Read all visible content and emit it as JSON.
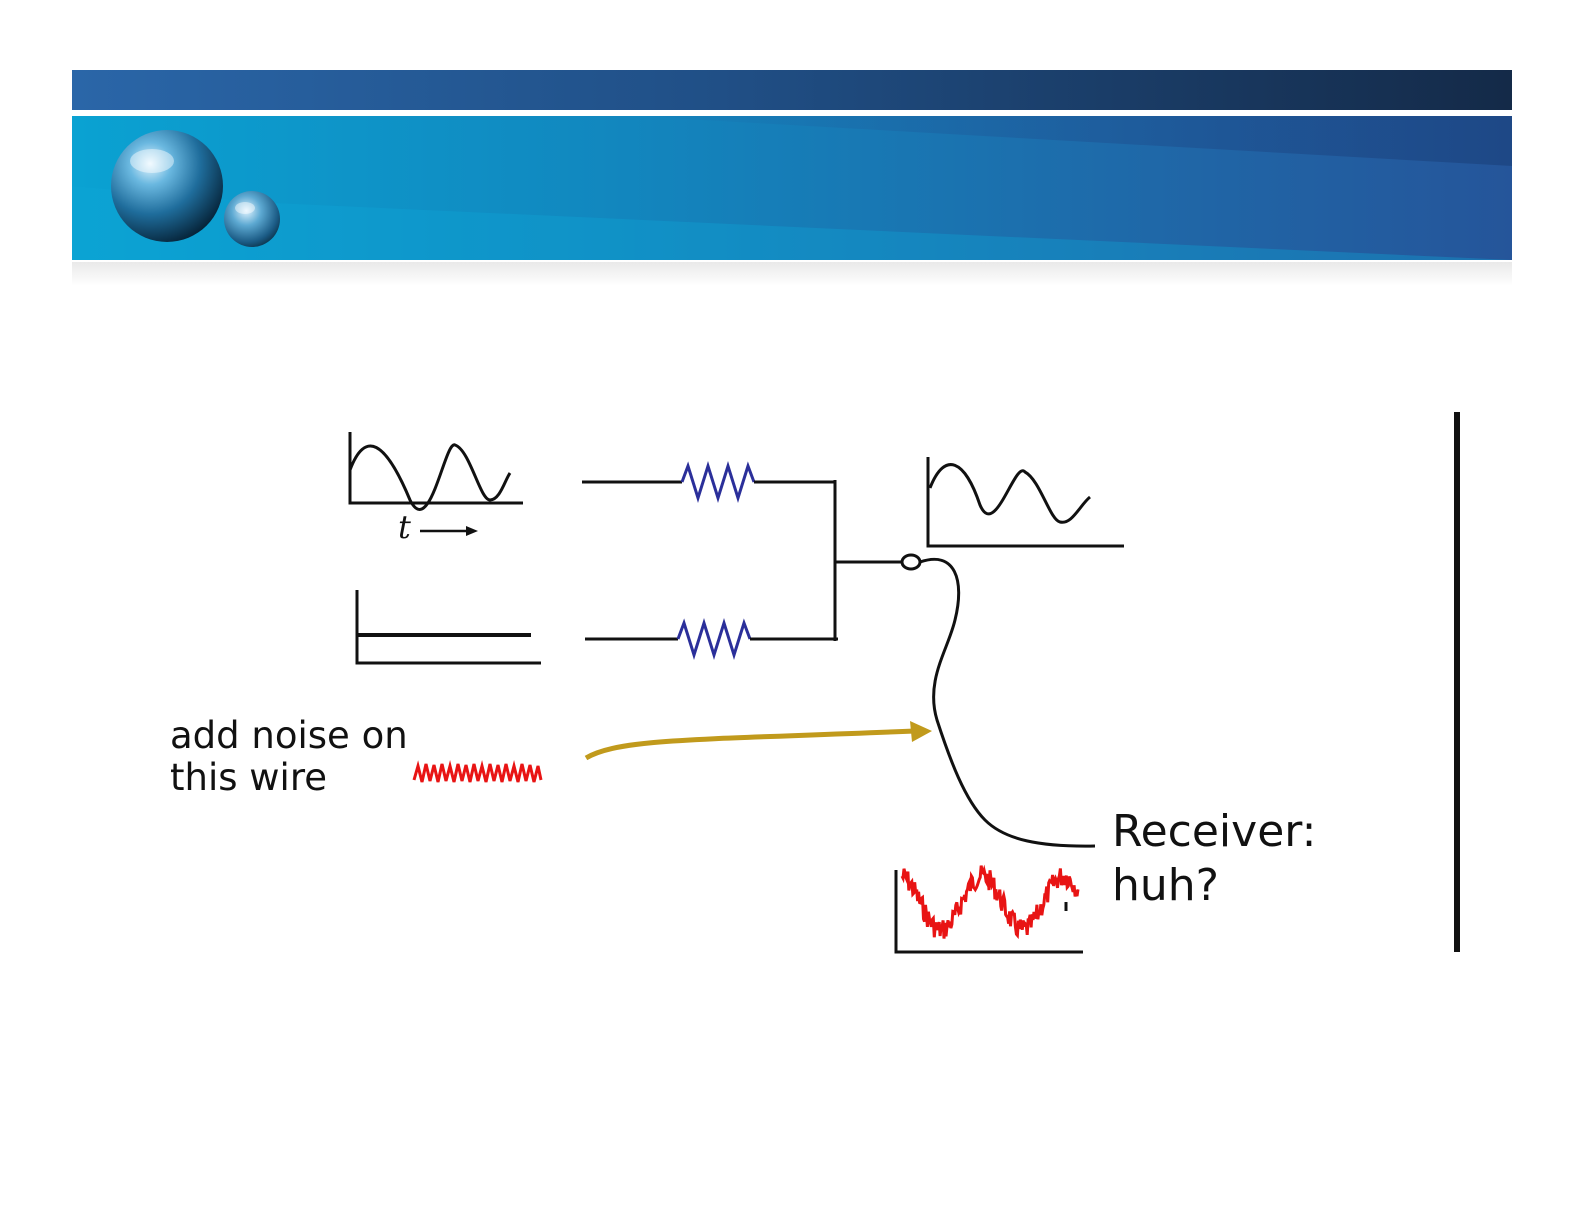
{
  "diagram": {
    "time_axis_label": "t",
    "noise_note": [
      "add noise on",
      "this wire"
    ],
    "receiver_note": [
      "Receiver:",
      "huh?"
    ]
  },
  "colors": {
    "top_bar": "#204f86",
    "banner": "#1189c0",
    "resistor": "#2b2f9a",
    "noise": "#e81414",
    "arrow": "#c19a1c",
    "wire": "#111111"
  }
}
